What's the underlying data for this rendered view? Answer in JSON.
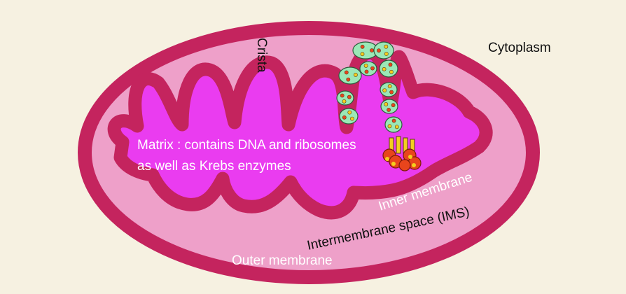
{
  "labels": {
    "cytoplasm": "Cytoplasm",
    "crista": "Crista",
    "matrix_line1": "Matrix : contains DNA and ribosomes",
    "matrix_line2": "as well as Krebs enzymes",
    "inner_membrane": "Inner membrane",
    "intermembrane_space": "Intermembrane space (IMS)",
    "outer_membrane": "Outer membrane"
  },
  "colors": {
    "background": "#f6f1e1",
    "membrane": "#c4245e",
    "intermembrane_space": "#eea0c9",
    "matrix": "#ea3cf0",
    "atp_synthase_body": "#e8451c",
    "atp_synthase_stalk": "#f3cf1e",
    "respiratory_complex": "#9be8b7",
    "complex_dots": [
      "#e8451c",
      "#f3cf1e"
    ]
  },
  "icons": {
    "respiratory_complexes": "green-protein-complex-icon",
    "atp_synthase": "atp-synthase-icon"
  }
}
